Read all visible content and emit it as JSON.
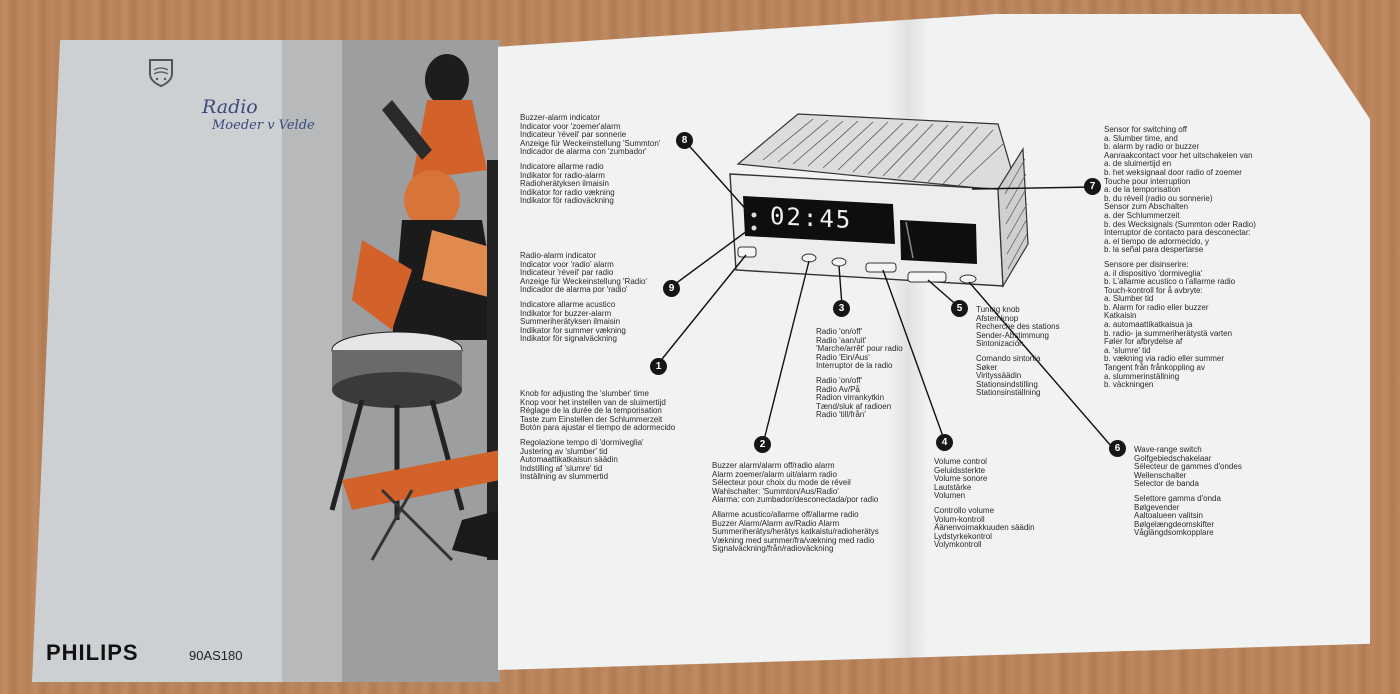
{
  "cover": {
    "brand": "PHILIPS",
    "model": "90AS180",
    "handwriting_line1": "Radio",
    "handwriting_line2": "Moeder v Velde"
  },
  "display": {
    "time": "02:45"
  },
  "callouts": {
    "n8": "8",
    "n9": "9",
    "n1": "1",
    "n2": "2",
    "n3": "3",
    "n4": "4",
    "n5": "5",
    "n6": "6",
    "n7": "7"
  },
  "texts": {
    "buzzer_alarm_indicator": [
      "Buzzer-alarm indicator",
      "Indicator voor 'zoemer'alarm",
      "Indicateur 'réveil' par sonnerie",
      "Anzeige für Weckeinstellung 'Summton'",
      "Indicador de alarma con 'zumbador'"
    ],
    "buzzer_alarm_indicator_b": [
      "Indicatore allarme radio",
      "Indikator for radio-alarm",
      "Radioheräty­ksen ilmaisin",
      "Indikator for radio vækning",
      "Indikator för radioväckning"
    ],
    "radio_alarm_indicator": [
      "Radio-alarm indicator",
      "Indicator voor 'radio' alarm",
      "Indicateur 'réveil' par radio",
      "Anzeige für Weckeinstellung 'Radio'",
      "Indicador de alarma por 'radio'"
    ],
    "radio_alarm_indicator_b": [
      "Indicatore allarme acustico",
      "Indikator for buzzer-alarm",
      "Summeriherätyksen ilmaisin",
      "Indikator for summer vækning",
      "Indikator för signalväckning"
    ],
    "slumber_knob": [
      "Knob for adjusting the 'slumber' time",
      "Knop voor het instellen van de sluimertijd",
      "Réglage de la durée de la temporisation",
      "Taste zum Einstellen der Schlummerzeit",
      "Botón para ajustar el tiempo de adormecido"
    ],
    "slumber_knob_b": [
      "Regolazione tempo di 'dormiveglia'",
      "Justering av 'slumber' tid",
      "Automaattikatkaisun säädin",
      "Indstilling af 'slumre' tid",
      "Inställning av slummertid"
    ],
    "buzzer_switch": [
      "Buzzer alarm/alarm off/radio alarm",
      "Alarm zoemer/alarm uit/alarm radio",
      "Sélecteur pour choix du mode de réveil",
      "Wahlschalter: 'Summton/Aus/Radio'",
      "Alarma: con zumbador/desconectada/por radio"
    ],
    "buzzer_switch_b": [
      "Allarme acustico/allarme off/allarme radio",
      "Buzzer Alarm/Alarm av/Radio Alarm",
      "Summeriherätys/herätys katkaistu/radioherätys",
      "Vækning med summer/fra/vækning med radio",
      "Signalväckning/från/radioväckning"
    ],
    "radio_onoff": [
      "Radio 'on/off'",
      "Radio 'aan/uit'",
      "'Marche/arrêt' pour radio",
      "Radio 'Ein/Aus'",
      "Interruptor de la radio"
    ],
    "radio_onoff_b": [
      "Radio 'on/off'",
      "Radio Av/På",
      "Radion virrankytkin",
      "Tænd/sluk af radioen",
      "Radio 'till/från'"
    ],
    "volume": [
      "Volume control",
      "Geluidssterkte",
      "Volume sonore",
      "Lautstärke",
      "Volumen"
    ],
    "volume_b": [
      "Controllo volume",
      "Volum-kontroll",
      "Äänenvoimakkuuden säädin",
      "Lydstyrkekontrol",
      "Volymkontroll"
    ],
    "tuning": [
      "Tuning knob",
      "Afstemknop",
      "Recherche des stations",
      "Sender-Abstimmung",
      "Sintonización"
    ],
    "tuning_b": [
      "Comando sintonia",
      "Søker",
      "Virityssäädin",
      "Stationsindstilling",
      "Stationsinställning"
    ],
    "wave": [
      "Wave-range switch",
      "Golfgebiedschakelaar",
      "Sélecteur de gammes d'ondes",
      "Wellenschalter",
      "Selector de banda"
    ],
    "wave_b": [
      "Selettore gamma d'onda",
      "Bølgevender",
      "Aaltoalueen valitsin",
      "Bølgelængdeomskifter",
      "Våglängdsomkopplare"
    ],
    "sensor": [
      "Sensor for switching off",
      "a. Slumber time, and",
      "b. alarm by radio or buzzer",
      "Aanraakcontact voor het uitschakelen van",
      "a. de sluimertijd en",
      "b. het weksignaal door radio of zoemer",
      "Touche pour interruption",
      "a. de la temporisation",
      "b. du réveil (radio ou sonnerie)",
      "Sensor zum Abschalten",
      "a. der Schlummerzeit",
      "b. des Wecksignals (Summton oder Radio)",
      "Interruptor de contacto para desconectar:",
      "a. el tiempo de adormecido, y",
      "b. la señal para despertarse"
    ],
    "sensor_b": [
      "Sensore per disinserire:",
      "a. il dispositivo 'dormiveglia'",
      "b. L'allarme acustico o l'allarme radio",
      "Touch-kontroll for å avbryte:",
      "a. Slumber tid",
      "b. Alarm for radio eller buzzer",
      "Katkaisin",
      "a. automaattikatkaisua ja",
      "b. radio- ja summeriherätystä varten",
      "Føler for afbrydelse af",
      "a. 'slumre' tid",
      "b. vækning via radio eller summer",
      "Tangent från frånkoppling av",
      "a. slummerinställning",
      "b. väckningen"
    ]
  }
}
